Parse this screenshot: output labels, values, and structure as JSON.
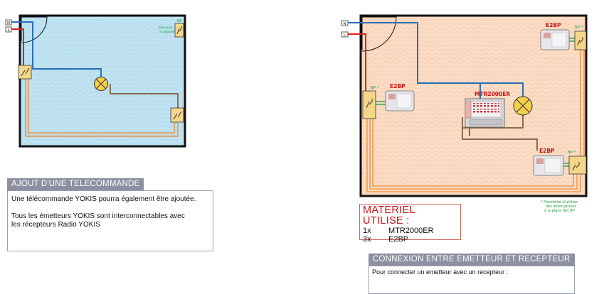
{
  "left_diagram": {
    "terminal_n": "N",
    "terminal_l": "L",
    "bp_label": "BP",
    "bp_note_line1": "Poussoir",
    "bp_note_line2": "à rajouter"
  },
  "right_diagram": {
    "terminal_n": "N",
    "terminal_l": "L",
    "e2bp_left_label": "E2BP",
    "e2bp_top_label": "E2BP",
    "e2bp_bottom_label": "E2BP",
    "bp_left_label": "BP *",
    "bp_top_label": "BP *",
    "bp_bottom_label": "BP *",
    "mtr_label": "MTR2000ER",
    "footnote_line1": "* Possibilité d'utiliser",
    "footnote_line2": "des interrupteurs",
    "footnote_line3": "à la place des BP"
  },
  "telecommande_panel": {
    "title": "AJOUT D'UNE TELECOMMANDE",
    "para1": "Une télécommande YOKIS pourra également être ajoutée.",
    "para2_line1": "Tous les émetteurs YOKIS sont interconnectables avec",
    "para2_line2": "les récepteurs Radio YOKIS"
  },
  "materiel": {
    "title": "MATERIEL UTILISE :",
    "items": [
      {
        "qty": "1x",
        "name": "MTR2000ER"
      },
      {
        "qty": "3x",
        "name": "E2BP"
      }
    ]
  },
  "connexion_panel": {
    "title": "CONNEXION ENTRE EMETTEUR ET RECEPTEUR",
    "text": "Pour connecter un emetteur avec un recepteur :"
  },
  "colors": {
    "wire_blue": "#2a6fb8",
    "wire_red": "#e02020",
    "wire_brown": "#8b6a50",
    "wire_orange": "#f08020",
    "room_left_bg": "#bfe3f2",
    "room_right_bg": "#fbdcc4",
    "mat_title": "#cc1111",
    "note_green": "#1a9a3a",
    "panel_header": "#8c90a0"
  }
}
